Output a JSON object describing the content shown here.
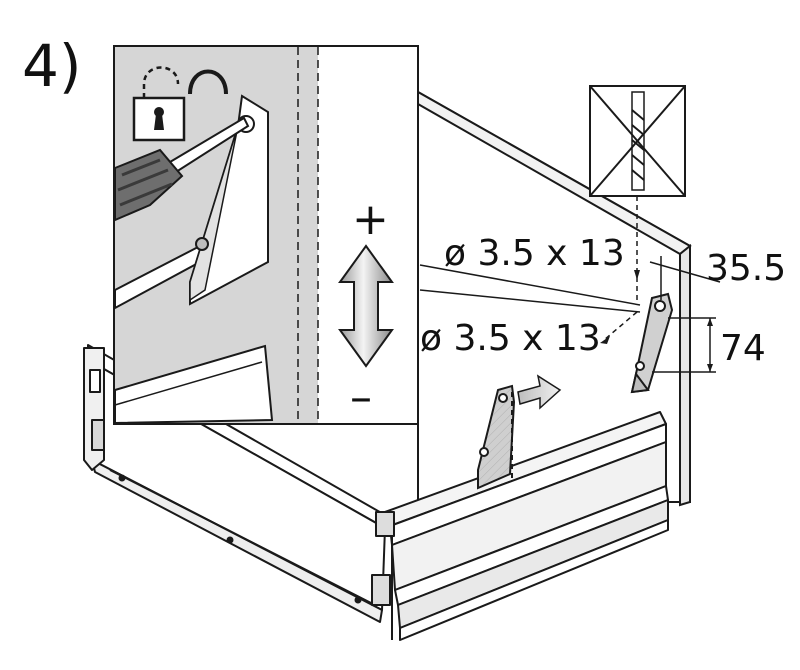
{
  "step": {
    "number": "4)"
  },
  "dimensions": {
    "upper_screw": "ø 3.5 x 13",
    "lower_screw": "ø 3.5 x 13",
    "horizontal_offset": "35.5",
    "vertical_spacing": "74"
  },
  "adjustment": {
    "plus": "+",
    "minus": "–"
  },
  "icons": {
    "unlock": "padlock-open-icon",
    "no_drill": "crossed-out-drill-bit-icon",
    "screwdriver": "screwdriver-icon",
    "adjust_arrow": "double-arrow-adjust-icon",
    "push_arrow": "direction-arrow-icon"
  },
  "colors": {
    "line": "#1a1a1a",
    "grey_fill": "#d6d6d6",
    "light_grey": "#ebebeb",
    "background": "#ffffff"
  }
}
